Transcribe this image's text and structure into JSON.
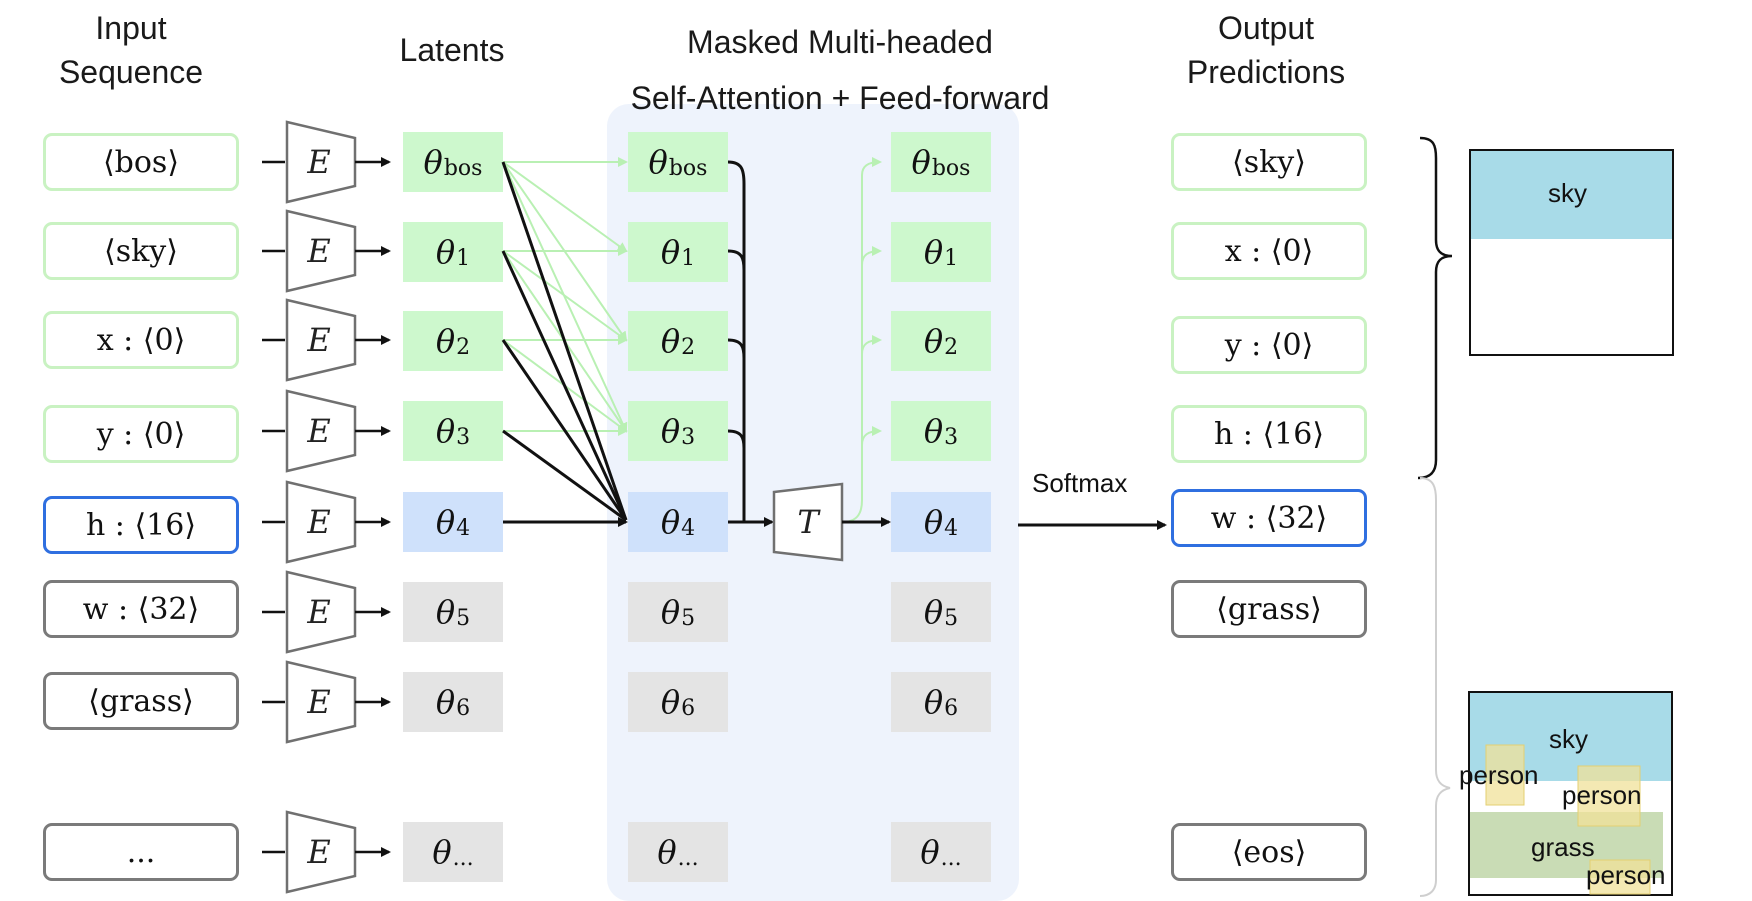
{
  "headers": {
    "input": [
      "Input",
      "Sequence"
    ],
    "latents": "Latents",
    "attention": [
      "Masked Multi-headed",
      "Self-Attention + Feed-forward"
    ],
    "output": [
      "Output",
      "Predictions"
    ]
  },
  "input_tokens": [
    "⟨bos⟩",
    "⟨sky⟩",
    "x : ⟨0⟩",
    "y : ⟨0⟩",
    "h : ⟨16⟩",
    "w : ⟨32⟩",
    "⟨grass⟩",
    "..."
  ],
  "encoder_label": "E",
  "transformer_label": "T",
  "latents": [
    {
      "base": "θ",
      "sub": "bos"
    },
    {
      "base": "θ",
      "sub": "1"
    },
    {
      "base": "θ",
      "sub": "2"
    },
    {
      "base": "θ",
      "sub": "3"
    },
    {
      "base": "θ",
      "sub": "4"
    },
    {
      "base": "θ",
      "sub": "5"
    },
    {
      "base": "θ",
      "sub": "6"
    },
    {
      "base": "θ",
      "sub": "..."
    }
  ],
  "softmax_label": "Softmax",
  "output_tokens": [
    "⟨sky⟩",
    "x : ⟨0⟩",
    "y : ⟨0⟩",
    "h : ⟨16⟩",
    "w : ⟨32⟩",
    "⟨grass⟩",
    "⟨eos⟩"
  ],
  "layout_preview_1": {
    "labels": [
      "sky"
    ]
  },
  "layout_preview_2": {
    "labels": [
      "sky",
      "person",
      "person",
      "grass",
      "person"
    ]
  },
  "colors": {
    "green_fill": "#cdf8cd",
    "green_border": "#c9f2c2",
    "blue_fill": "#cfe1fb",
    "blue_border": "#2f6fe0",
    "gray_fill": "#e4e4e4",
    "gray_border": "#7a7a7a",
    "panel_bg": "#eef3fc",
    "sky": "#a8dbe8",
    "grass": "#c9dcb5",
    "person": "#f0e19a"
  }
}
